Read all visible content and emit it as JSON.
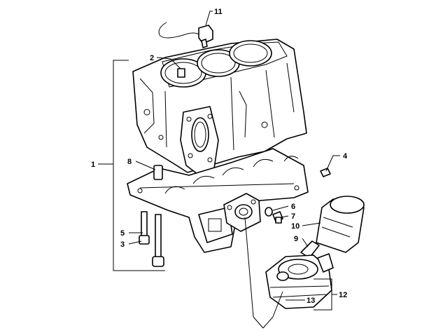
{
  "labels": {
    "p1": "1",
    "p2": "2",
    "p3": "3",
    "p4": "4",
    "p5": "5",
    "p6": "6",
    "p7": "7",
    "p8": "8",
    "p9": "9",
    "p10": "10",
    "p11": "11",
    "p12": "12",
    "p13": "13"
  }
}
